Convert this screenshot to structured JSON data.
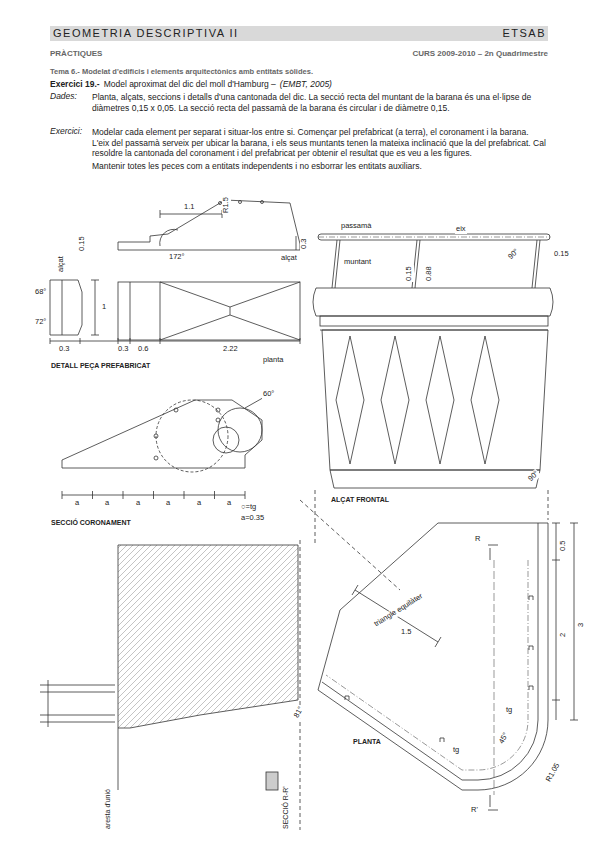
{
  "diagram": {
    "nodes": [
      {
        "text": [
          "GEOMETRIA DESCRIPTIVA II",
          "ETSAB"
        ]
      }
    ],
    "labels": [
      "PRÀCTIQUES",
      "CURS 2009-2010 – 2n Quadrimestre",
      "Tema 6.- Modelat d'edificis i elements arquitectònics amb entitats sòlides.",
      "Exercici 19.-",
      "Model aproximat del dic del moll d'Hamburg –",
      "(EMBT, 2005)",
      "Dades:",
      "Planta, alçats, seccions i detalls d'una cantonada del dic. La secció recta del muntant de la barana és una el·lipse de diàmetres 0,15 x 0,05. La secció recta del passamà de la barana és circular i de diàmetre 0,15.",
      "Exercici:",
      "Modelar cada element per separat i situar-los entre si. Començar pel prefabricat (a terra), el coronament i la barana. L'eix del passamà serveix per ubicar la barana, i els seus muntants tenen la mateixa inclinació que la del prefabricat. Cal resoldre la cantonada del coronament i del prefabricat per obtenir el resultat que es veu a les figures.",
      "Mantenir totes les peces com a entitats independents i no esborrar les entitats auxiliars.",
      "1.1",
      "R1.5",
      "172°",
      "0.3",
      "alçat",
      "0.15",
      "alçat",
      "68°",
      "72°",
      "1",
      "0.3",
      "0.3",
      "0.6",
      "2.22",
      "planta",
      "DETALL PEÇA PREFABRICAT",
      "60°",
      "○=tg",
      "a=0.35",
      "a",
      "a",
      "a",
      "a",
      "a",
      "a",
      "SECCIÓ CORONAMENT",
      "passamà",
      "eix",
      "muntant",
      "0.15",
      "0.88",
      "90°",
      "0.15",
      "90°",
      "ALÇAT FRONTAL",
      "R",
      "0.5",
      "2",
      "3",
      "triangle equilàter",
      "1.5",
      "81°",
      "tg",
      "tg",
      "R1.05",
      "45°",
      "PLANTA",
      "R'",
      "aresta d'unió",
      "SECCIÓ R-R'"
    ]
  }
}
